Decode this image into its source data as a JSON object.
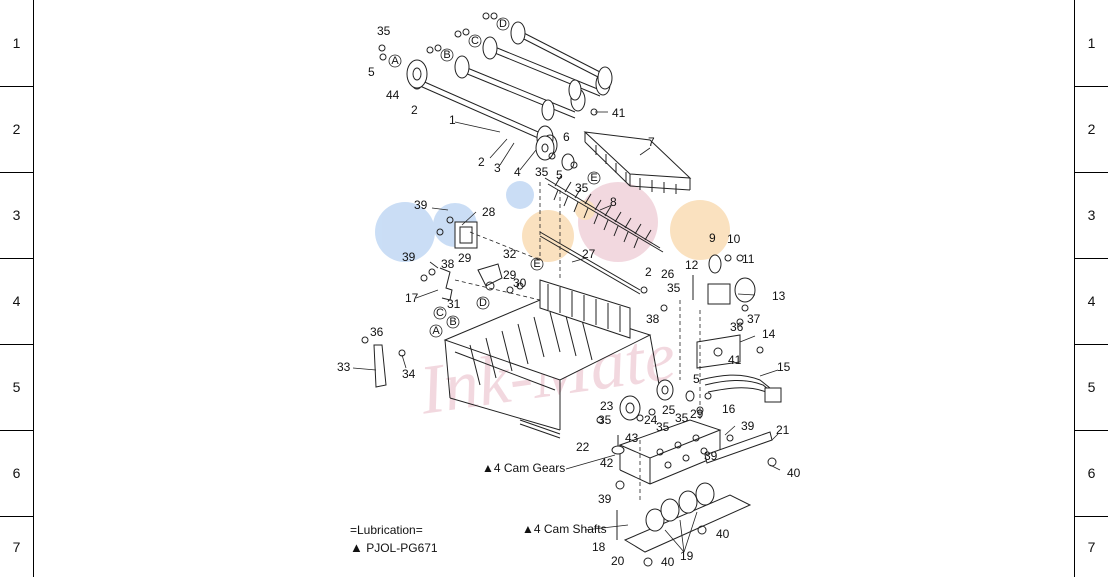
{
  "row_numbers": [
    "1",
    "2",
    "3",
    "4",
    "5",
    "6",
    "7"
  ],
  "lubrication": {
    "title": "=Lubrication=",
    "symbol": "▲",
    "code": "PJOL-PG671"
  },
  "notes": {
    "cam_gears": "▲4 Cam Gears",
    "cam_shafts": "▲4 Cam Shafts"
  },
  "watermark": "Ink-Mate",
  "circled_letters": [
    "A",
    "B",
    "C",
    "D",
    "E"
  ],
  "part_numbers": [
    "1",
    "2",
    "3",
    "4",
    "5",
    "6",
    "7",
    "8",
    "9",
    "10",
    "11",
    "12",
    "13",
    "14",
    "15",
    "16",
    "17",
    "18",
    "19",
    "20",
    "21",
    "22",
    "23",
    "24",
    "25",
    "26",
    "27",
    "28",
    "29",
    "30",
    "31",
    "32",
    "33",
    "34",
    "35",
    "36",
    "37",
    "38",
    "39",
    "40",
    "41",
    "42",
    "43",
    "44"
  ],
  "colors": {
    "line": "#222222",
    "watermark_blue": "#9fc3ee",
    "watermark_orange": "#f6c98c",
    "watermark_pink": "#e9b9c6"
  }
}
